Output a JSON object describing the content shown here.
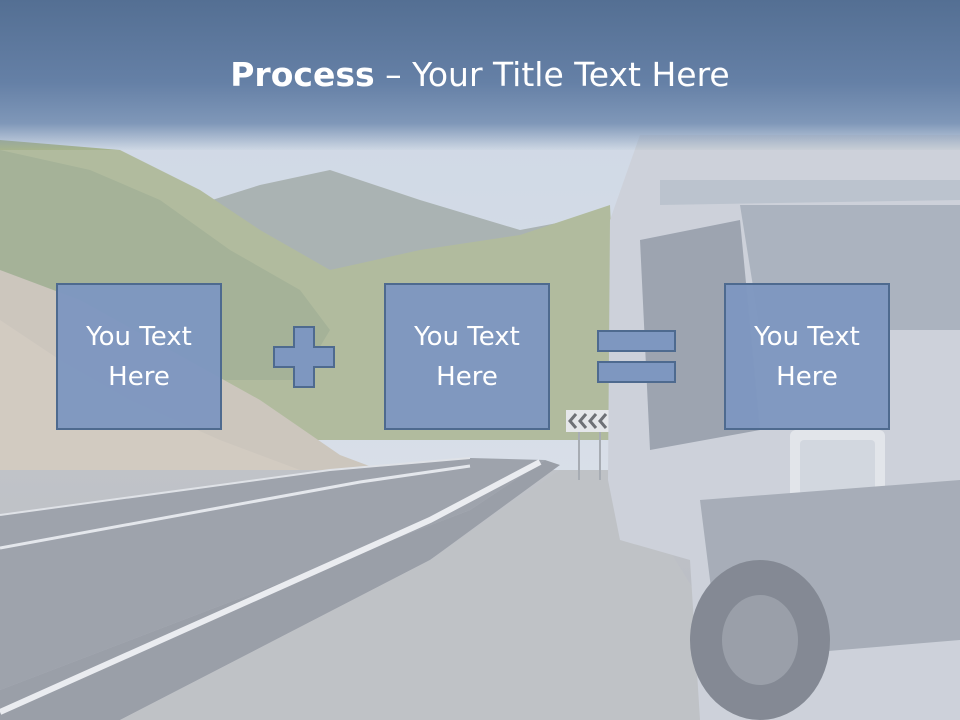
{
  "slide": {
    "title_bold": "Process",
    "title_rest": " – Your Title Text Here",
    "boxes": [
      {
        "text": "You Text Here"
      },
      {
        "text": "You Text Here"
      },
      {
        "text": "You Text Here"
      }
    ],
    "operators": [
      "plus-icon",
      "equals-icon"
    ],
    "colors": {
      "title_bar": "#5f7aa0",
      "box_fill": "#7e97c0",
      "box_border": "#4e6a8f",
      "text": "#ffffff"
    }
  }
}
